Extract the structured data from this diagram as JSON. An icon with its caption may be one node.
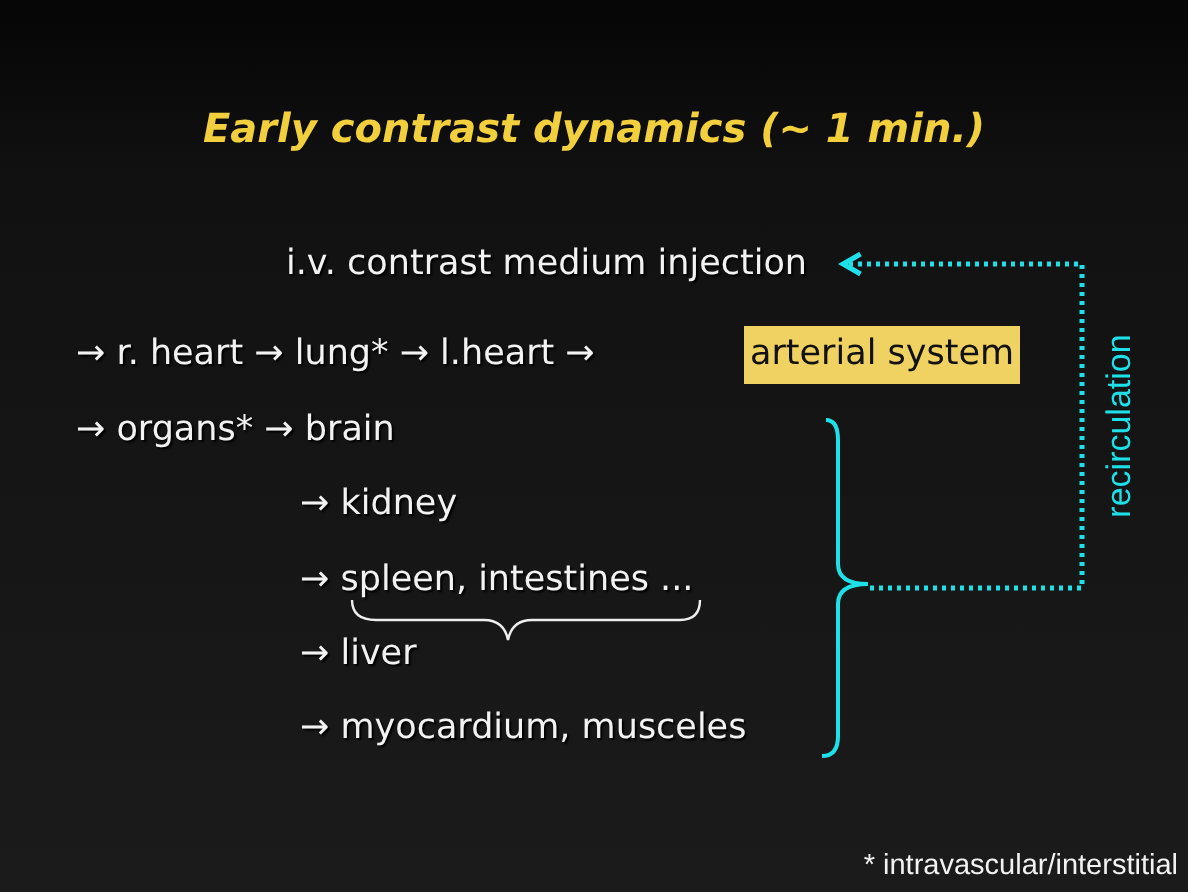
{
  "diagram": {
    "title": "Early contrast dynamics (~ 1 min.)",
    "nodes": [
      {
        "text": [
          "i.v. contrast medium injection"
        ]
      },
      {
        "text": [
          "arterial system"
        ]
      },
      {
        "text": [],
        "shape": "bracket"
      }
    ],
    "edges": [
      {
        "from": 2,
        "to": 0,
        "arrow": "to",
        "label": "recirculation",
        "style": "dashed",
        "color": "#1ee0e8"
      }
    ],
    "labels": [
      "→ r. heart → lung* → l.heart →",
      "→ organs* → brain",
      "→ kidney",
      "→ spleen, intestines ...",
      "→ liver",
      "→ myocardium, musceles",
      "* intravascular/interstitial"
    ]
  }
}
